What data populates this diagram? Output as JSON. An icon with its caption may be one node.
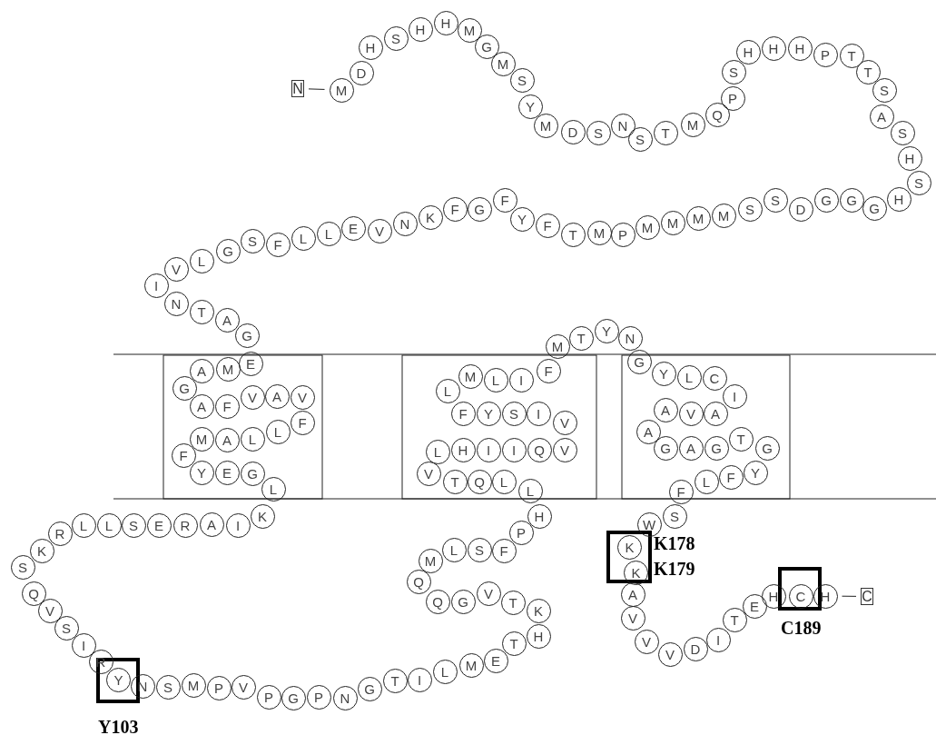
{
  "diagram": {
    "nodes": [
      {
        "text": [],
        "shape": "box",
        "beside": [
          "Y103"
        ]
      },
      {
        "text": [],
        "shape": "box",
        "beside": [
          "K178",
          "K179"
        ]
      },
      {
        "text": [],
        "shape": "box",
        "beside": [
          "C189"
        ]
      },
      {
        "text": [
          "N"
        ]
      },
      {
        "text": [
          "M"
        ]
      },
      {
        "text": [
          "D"
        ]
      },
      {
        "text": [
          "H"
        ]
      },
      {
        "text": [
          "S"
        ]
      },
      {
        "text": [
          "H"
        ]
      },
      {
        "text": [
          "H"
        ]
      },
      {
        "text": [
          "M"
        ]
      },
      {
        "text": [
          "G"
        ]
      },
      {
        "text": [
          "M"
        ]
      },
      {
        "text": [
          "S"
        ]
      },
      {
        "text": [
          "Y"
        ]
      },
      {
        "text": [
          "M"
        ]
      },
      {
        "text": [
          "D"
        ]
      },
      {
        "text": [
          "S"
        ]
      },
      {
        "text": [
          "N"
        ]
      },
      {
        "text": [
          "S"
        ]
      },
      {
        "text": [
          "T"
        ]
      },
      {
        "text": [
          "M"
        ]
      },
      {
        "text": [
          "Q"
        ]
      },
      {
        "text": [
          "P"
        ]
      },
      {
        "text": [
          "S"
        ]
      },
      {
        "text": [
          "H"
        ]
      },
      {
        "text": [
          "H"
        ]
      },
      {
        "text": [
          "H"
        ]
      },
      {
        "text": [
          "P"
        ]
      },
      {
        "text": [
          "T"
        ]
      },
      {
        "text": [
          "T"
        ]
      },
      {
        "text": [
          "S"
        ]
      },
      {
        "text": [
          "A"
        ]
      },
      {
        "text": [
          "S"
        ]
      },
      {
        "text": [
          "H"
        ]
      },
      {
        "text": [
          "S"
        ]
      },
      {
        "text": [
          "H"
        ]
      },
      {
        "text": [
          "G"
        ]
      },
      {
        "text": [
          "G"
        ]
      },
      {
        "text": [
          "G"
        ]
      },
      {
        "text": [
          "D"
        ]
      },
      {
        "text": [
          "S"
        ]
      },
      {
        "text": [
          "S"
        ]
      },
      {
        "text": [
          "M"
        ]
      },
      {
        "text": [
          "M"
        ]
      },
      {
        "text": [
          "M"
        ]
      },
      {
        "text": [
          "M"
        ]
      },
      {
        "text": [
          "P"
        ]
      },
      {
        "text": [
          "M"
        ]
      },
      {
        "text": [
          "T"
        ]
      },
      {
        "text": [
          "F"
        ]
      },
      {
        "text": [
          "Y"
        ]
      },
      {
        "text": [
          "F"
        ]
      },
      {
        "text": [
          "G"
        ]
      },
      {
        "text": [
          "F"
        ]
      },
      {
        "text": [
          "K"
        ]
      },
      {
        "text": [
          "N"
        ]
      },
      {
        "text": [
          "V"
        ]
      },
      {
        "text": [
          "E"
        ]
      },
      {
        "text": [
          "L"
        ]
      },
      {
        "text": [
          "L"
        ]
      },
      {
        "text": [
          "F"
        ]
      },
      {
        "text": [
          "S"
        ]
      },
      {
        "text": [
          "G"
        ]
      },
      {
        "text": [
          "L"
        ]
      },
      {
        "text": [
          "V"
        ]
      },
      {
        "text": [
          "I"
        ]
      },
      {
        "text": [
          "N"
        ]
      },
      {
        "text": [
          "T"
        ]
      },
      {
        "text": [
          "A"
        ]
      },
      {
        "text": [
          "G"
        ]
      },
      {
        "text": [
          "E"
        ]
      },
      {
        "text": [
          "M"
        ]
      },
      {
        "text": [
          "A"
        ]
      },
      {
        "text": [
          "G"
        ]
      },
      {
        "text": [
          "A"
        ]
      },
      {
        "text": [
          "F"
        ]
      },
      {
        "text": [
          "V"
        ]
      },
      {
        "text": [
          "A"
        ]
      },
      {
        "text": [
          "V"
        ]
      },
      {
        "text": [
          "F"
        ]
      },
      {
        "text": [
          "L"
        ]
      },
      {
        "text": [
          "L"
        ]
      },
      {
        "text": [
          "A"
        ]
      },
      {
        "text": [
          "M"
        ]
      },
      {
        "text": [
          "F"
        ]
      },
      {
        "text": [
          "Y"
        ]
      },
      {
        "text": [
          "E"
        ]
      },
      {
        "text": [
          "G"
        ]
      },
      {
        "text": [
          "L"
        ]
      },
      {
        "text": [
          "K"
        ]
      },
      {
        "text": [
          "I"
        ]
      },
      {
        "text": [
          "A"
        ]
      },
      {
        "text": [
          "R"
        ]
      },
      {
        "text": [
          "E"
        ]
      },
      {
        "text": [
          "S"
        ]
      },
      {
        "text": [
          "L"
        ]
      },
      {
        "text": [
          "L"
        ]
      },
      {
        "text": [
          "R"
        ]
      },
      {
        "text": [
          "K"
        ]
      },
      {
        "text": [
          "S"
        ]
      },
      {
        "text": [
          "Q"
        ]
      },
      {
        "text": [
          "V"
        ]
      },
      {
        "text": [
          "S"
        ]
      },
      {
        "text": [
          "I"
        ]
      },
      {
        "text": [
          "R"
        ]
      },
      {
        "text": [
          "Y"
        ],
        "in": 0
      },
      {
        "text": [
          "N"
        ]
      },
      {
        "text": [
          "S"
        ]
      },
      {
        "text": [
          "M"
        ]
      },
      {
        "text": [
          "P"
        ]
      },
      {
        "text": [
          "V"
        ]
      },
      {
        "text": [
          "P"
        ]
      },
      {
        "text": [
          "G"
        ]
      },
      {
        "text": [
          "P"
        ]
      },
      {
        "text": [
          "N"
        ]
      },
      {
        "text": [
          "G"
        ]
      },
      {
        "text": [
          "T"
        ]
      },
      {
        "text": [
          "I"
        ]
      },
      {
        "text": [
          "L"
        ]
      },
      {
        "text": [
          "M"
        ]
      },
      {
        "text": [
          "E"
        ]
      },
      {
        "text": [
          "T"
        ]
      },
      {
        "text": [
          "H"
        ]
      },
      {
        "text": [
          "K"
        ]
      },
      {
        "text": [
          "T"
        ]
      },
      {
        "text": [
          "V"
        ]
      },
      {
        "text": [
          "G"
        ]
      },
      {
        "text": [
          "Q"
        ]
      },
      {
        "text": [
          "Q"
        ]
      },
      {
        "text": [
          "M"
        ]
      },
      {
        "text": [
          "L"
        ]
      },
      {
        "text": [
          "S"
        ]
      },
      {
        "text": [
          "F"
        ]
      },
      {
        "text": [
          "P"
        ]
      },
      {
        "text": [
          "H"
        ]
      },
      {
        "text": [
          "L"
        ]
      },
      {
        "text": [
          "L"
        ]
      },
      {
        "text": [
          "Q"
        ]
      },
      {
        "text": [
          "T"
        ]
      },
      {
        "text": [
          "V"
        ]
      },
      {
        "text": [
          "L"
        ]
      },
      {
        "text": [
          "H"
        ]
      },
      {
        "text": [
          "I"
        ]
      },
      {
        "text": [
          "I"
        ]
      },
      {
        "text": [
          "Q"
        ]
      },
      {
        "text": [
          "V"
        ]
      },
      {
        "text": [
          "V"
        ]
      },
      {
        "text": [
          "I"
        ]
      },
      {
        "text": [
          "S"
        ]
      },
      {
        "text": [
          "Y"
        ]
      },
      {
        "text": [
          "F"
        ]
      },
      {
        "text": [
          "L"
        ]
      },
      {
        "text": [
          "M"
        ]
      },
      {
        "text": [
          "L"
        ]
      },
      {
        "text": [
          "I"
        ]
      },
      {
        "text": [
          "F"
        ]
      },
      {
        "text": [
          "M"
        ]
      },
      {
        "text": [
          "T"
        ]
      },
      {
        "text": [
          "Y"
        ]
      },
      {
        "text": [
          "N"
        ]
      },
      {
        "text": [
          "G"
        ]
      },
      {
        "text": [
          "Y"
        ]
      },
      {
        "text": [
          "L"
        ]
      },
      {
        "text": [
          "C"
        ]
      },
      {
        "text": [
          "I"
        ]
      },
      {
        "text": [
          "A"
        ]
      },
      {
        "text": [
          "V"
        ]
      },
      {
        "text": [
          "A"
        ]
      },
      {
        "text": [
          "A"
        ]
      },
      {
        "text": [
          "G"
        ]
      },
      {
        "text": [
          "A"
        ]
      },
      {
        "text": [
          "G"
        ]
      },
      {
        "text": [
          "T"
        ]
      },
      {
        "text": [
          "G"
        ]
      },
      {
        "text": [
          "Y"
        ]
      },
      {
        "text": [
          "F"
        ]
      },
      {
        "text": [
          "L"
        ]
      },
      {
        "text": [
          "F"
        ]
      },
      {
        "text": [
          "S"
        ]
      },
      {
        "text": [
          "W"
        ]
      },
      {
        "text": [
          "K"
        ],
        "in": 1
      },
      {
        "text": [
          "K"
        ],
        "in": 1
      },
      {
        "text": [
          "A"
        ]
      },
      {
        "text": [
          "V"
        ]
      },
      {
        "text": [
          "V"
        ]
      },
      {
        "text": [
          "V"
        ]
      },
      {
        "text": [
          "D"
        ]
      },
      {
        "text": [
          "I"
        ]
      },
      {
        "text": [
          "T"
        ]
      },
      {
        "text": [
          "E"
        ]
      },
      {
        "text": [
          "H"
        ]
      },
      {
        "text": [
          "C"
        ],
        "in": 2
      },
      {
        "text": [
          "H"
        ]
      },
      {
        "text": [
          "C"
        ]
      }
    ],
    "edges": [
      {
        "from": 3,
        "to": 4,
        "arrow": "none"
      },
      {
        "from": 193,
        "to": 194,
        "arrow": "none"
      }
    ]
  }
}
